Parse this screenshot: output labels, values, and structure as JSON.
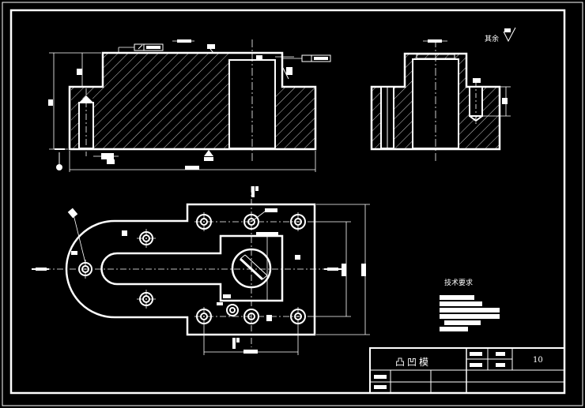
{
  "drawing": {
    "roughness_note": "其余",
    "tech_requirements_title": "技术要求"
  },
  "title_block": {
    "part_name": "凸凹模",
    "number": "10"
  },
  "colors": {
    "background": "#000000",
    "line": "#ffffff"
  }
}
